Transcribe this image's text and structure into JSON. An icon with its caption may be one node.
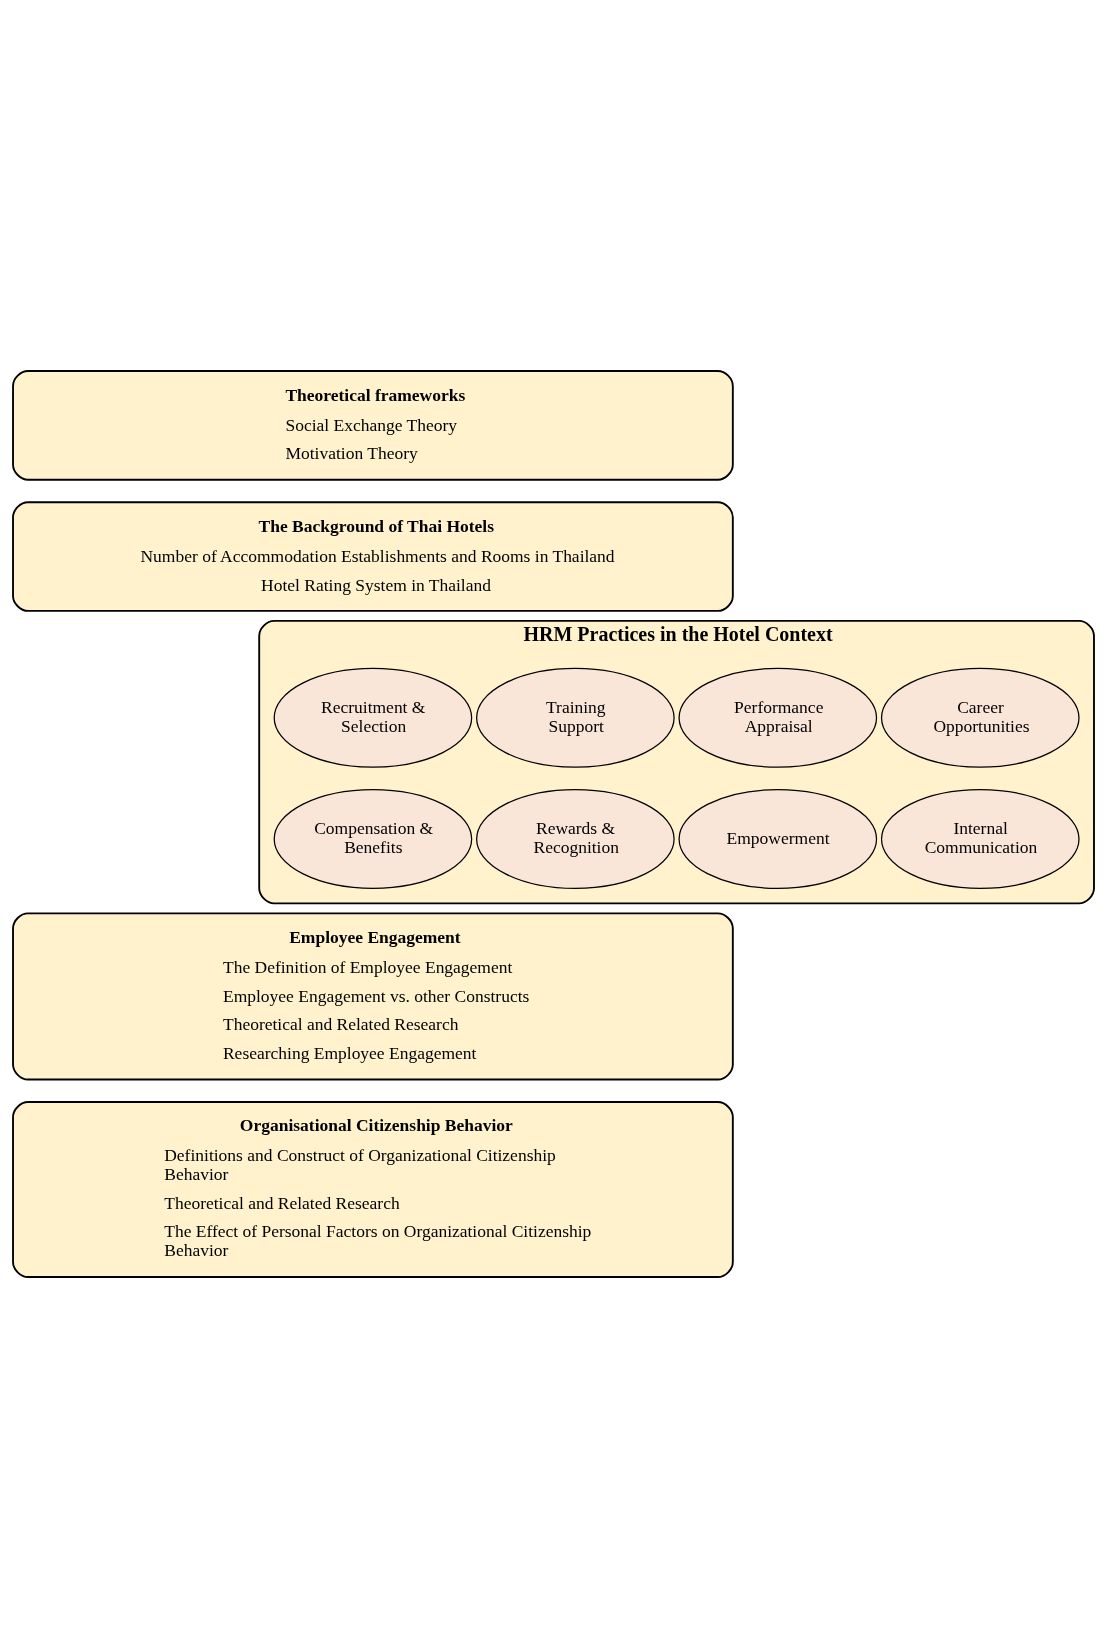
{
  "diagram": {
    "nodes": [
      {
        "text": [
          "Theoretical frameworks",
          "Social Exchange Theory",
          "Motivation Theory"
        ]
      },
      {
        "text": [
          "The Background of Thai Hotels",
          "Number of Accommodation Establishments and Rooms in Thailand",
          "Hotel Rating System in Thailand"
        ]
      },
      {
        "text": [
          "HRM Practices in the Hotel Context"
        ]
      },
      {
        "text": [
          "Recruitment & Selection"
        ],
        "in": 2
      },
      {
        "text": [
          "Training Support"
        ],
        "in": 2
      },
      {
        "text": [
          "Performance Appraisal"
        ],
        "in": 2
      },
      {
        "text": [
          "Career Opportunities"
        ],
        "in": 2
      },
      {
        "text": [
          "Compensation & Benefits"
        ],
        "in": 2
      },
      {
        "text": [
          "Rewards & Recognition"
        ],
        "in": 2
      },
      {
        "text": [
          "Empowerment"
        ],
        "in": 2
      },
      {
        "text": [
          "Internal Communication"
        ],
        "in": 2
      },
      {
        "text": [
          "Employee Engagement",
          "The Definition of Employee Engagement",
          "Employee Engagement vs. other Constructs",
          "Theoretical and Related Research",
          "Researching Employee Engagement"
        ]
      },
      {
        "text": [
          "Organisational Citizenship Behavior",
          "Definitions and Construct of Organizational Citizenship Behavior",
          "Theoretical and Related Research",
          "The Effect of Personal Factors on Organizational Citizenship Behavior"
        ]
      }
    ],
    "edges": []
  }
}
